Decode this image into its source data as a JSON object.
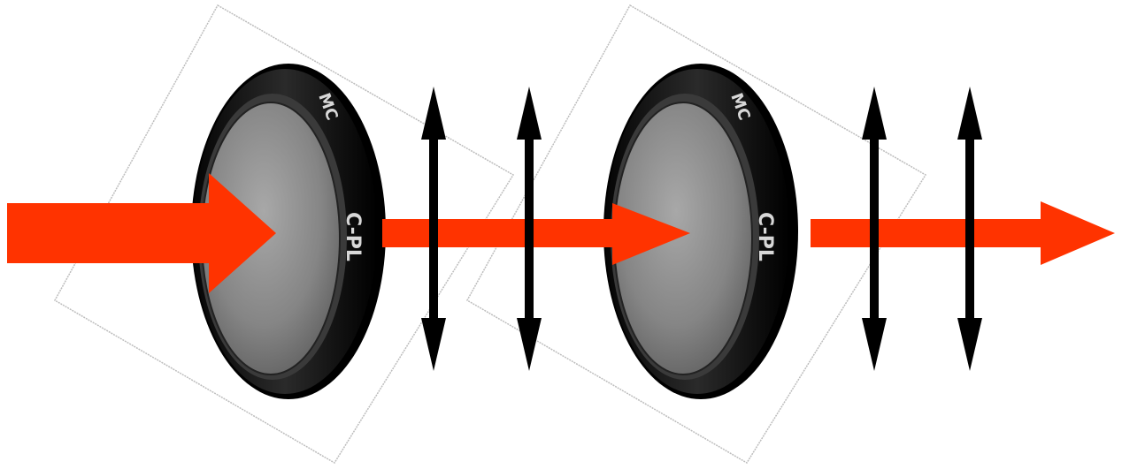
{
  "diagram": {
    "filters": [
      {
        "ring_text_top": "MC",
        "ring_text_side": "C-PL"
      },
      {
        "ring_text_top": "MC",
        "ring_text_side": "C-PL"
      }
    ],
    "colors": {
      "beam": "#ff3300",
      "polarization_arrow": "#000000",
      "filter_ring": "#111111",
      "filter_glass": "#8a8a8a",
      "sheet_outline": "#bdbdbd"
    },
    "icons": {
      "filter": "polarizing-filter-icon",
      "polarization": "double-headed-arrow-icon",
      "beam": "light-beam-arrow-icon"
    }
  }
}
